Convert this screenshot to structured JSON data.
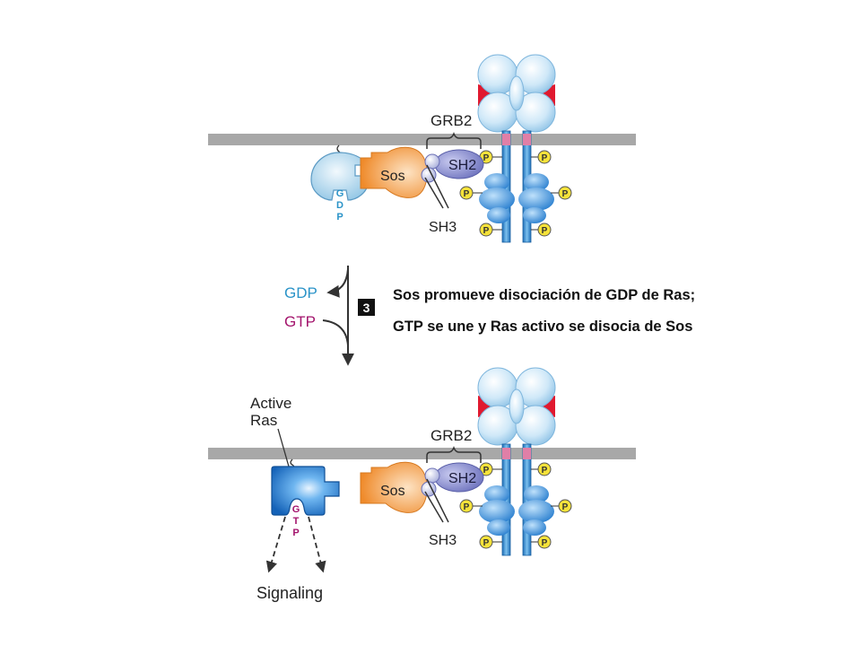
{
  "top_panel": {
    "grb2_label": "GRB2",
    "sos_label": "Sos",
    "sh2_label": "SH2",
    "sh3_label": "SH3",
    "gdp_letters": [
      "G",
      "D",
      "P"
    ]
  },
  "step": {
    "number": "3",
    "gdp_out_label": "GDP",
    "gtp_in_label": "GTP",
    "caption_line1": "Sos promueve disociación de GDP de Ras;",
    "caption_line2": "GTP se une y Ras activo se disocia de Sos"
  },
  "bottom_panel": {
    "active_ras_line1": "Active",
    "active_ras_line2": "Ras",
    "grb2_label": "GRB2",
    "sos_label": "Sos",
    "sh2_label": "SH2",
    "sh3_label": "SH3",
    "gtp_letters": [
      "G",
      "T",
      "P"
    ],
    "signaling_label": "Signaling"
  },
  "phospho_label": "P",
  "colors": {
    "membrane": "#a8a8a8",
    "ras": "#1f7fd6",
    "ras_gdp": "#b9dcf0",
    "sos": "#f39a3b",
    "sh2": "#7f83c7",
    "receptor": "#2c8fd9",
    "ligand": "#cfe8f8",
    "phosphate": "#f5e23a",
    "gdp_text": "#2a93c8",
    "gtp_text": "#a3136c"
  }
}
